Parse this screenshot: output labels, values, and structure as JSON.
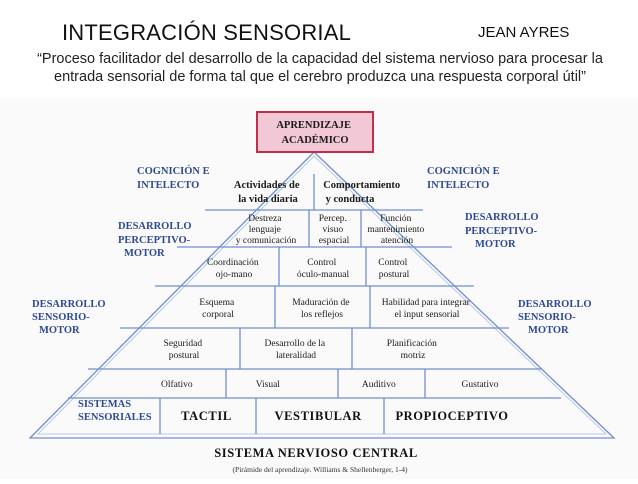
{
  "header": {
    "title": "INTEGRACIÓN SENSORIAL",
    "author": "JEAN AYRES",
    "quote_line1": "“Proceso facilitador del desarrollo de la capacidad del sistema nervioso para procesar la",
    "quote_line2": "entrada sensorial de forma tal que el cerebro produzca una respuesta corporal útil”"
  },
  "pyramid": {
    "apex": [
      "APRENDIZAJE",
      "ACADÉMICO"
    ],
    "left_labels": {
      "cognicion": [
        "COGNICIÓN E",
        "INTELECTO"
      ],
      "perceptivo": [
        "DESARROLLO",
        "PERCEPTIVO-",
        "MOTOR"
      ],
      "sensorio": [
        "DESARROLLO",
        "SENSORIO-",
        "MOTOR"
      ],
      "sistemas": [
        "SISTEMAS",
        "SENSORIALES"
      ]
    },
    "right_labels": {
      "cognicion": [
        "COGNICIÓN E",
        "INTELECTO"
      ],
      "perceptivo": [
        "DESARROLLO",
        "PERCEPTIVO-",
        "MOTOR"
      ],
      "sensorio": [
        "DESARROLLO",
        "SENSORIO-",
        "MOTOR"
      ]
    },
    "row1": [
      [
        "Actividades de",
        "la vida diaria"
      ],
      [
        "Comportamiento",
        "y conducta"
      ]
    ],
    "row2": [
      [
        "Destreza",
        "lenguaje",
        "y comunicación"
      ],
      [
        "Percep.",
        "visuo",
        "espacial"
      ],
      [
        "Función",
        "mantenimiento",
        "atención"
      ]
    ],
    "row3": [
      [
        "Coordinación",
        "ojo-mano"
      ],
      [
        "Control",
        "óculo-manual"
      ],
      [
        "Control",
        "postural"
      ]
    ],
    "row4": [
      [
        "Esquema",
        "corporal"
      ],
      [
        "Maduración de",
        "los reflejos"
      ],
      [
        "Habilidad para integrar",
        "el input sensorial"
      ]
    ],
    "row5": [
      [
        "Seguridad",
        "postural"
      ],
      [
        "Desarrollo de la",
        "lateralidad"
      ],
      [
        "Planificación",
        "motriz"
      ]
    ],
    "row6": [
      "Olfativo",
      "Visual",
      "Auditivo",
      "Gustativo"
    ],
    "row7": [
      "TACTIL",
      "VESTIBULAR",
      "PROPIOCEPTIVO"
    ],
    "base": "SISTEMA NERVIOSO CENTRAL",
    "caption": "(Pirámide del aprendizaje. Williams & Shellenberger, 1-4)"
  },
  "colors": {
    "apex_fill": "#f2c8d6",
    "apex_border": "#c0304a",
    "pyramid_stroke": "#6f8fcf",
    "label_blue": "#2e4a93"
  }
}
